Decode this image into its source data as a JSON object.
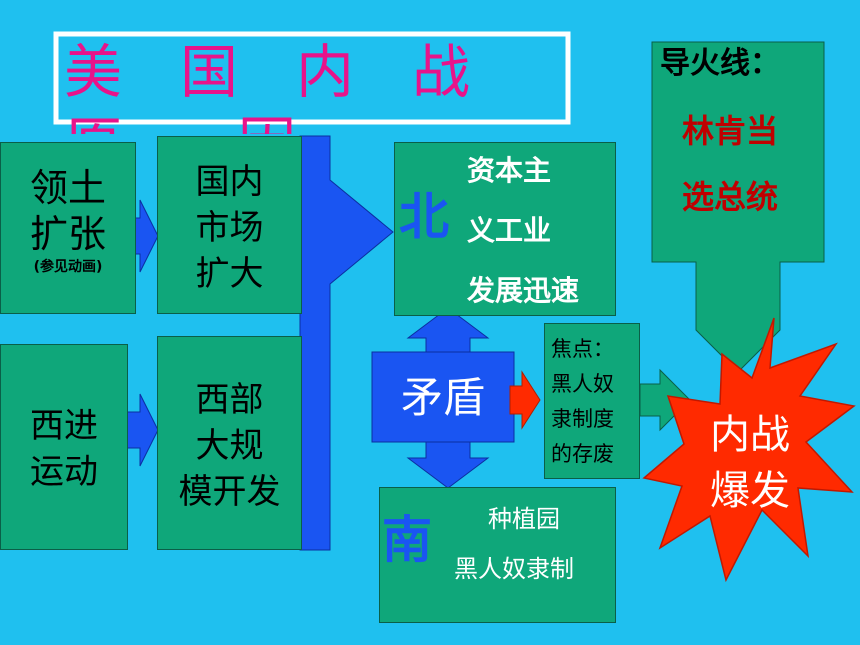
{
  "title": {
    "line1": "美　国　内　战",
    "line2": "原　　因"
  },
  "boxes": {
    "territory": {
      "line1": "领土",
      "line2": "扩张",
      "note": "(参见动画)"
    },
    "market": {
      "line1": "国内",
      "line2": "市场",
      "line3": "扩大"
    },
    "westward": {
      "line1": "西进",
      "line2": "运动"
    },
    "west_dev": {
      "line1": "西部",
      "line2": "大规",
      "line3": "模开发"
    },
    "north": {
      "label": "北",
      "line1": "资本主",
      "line2": "义工业",
      "line3": "发展迅速"
    },
    "contradiction": {
      "label": "矛盾"
    },
    "focus": {
      "line1": "焦点：",
      "line2": "黑人奴",
      "line3": "隶制度",
      "line4": "的存废"
    },
    "south": {
      "label": "南",
      "line1": "种植园",
      "line2": "黑人奴隶制"
    },
    "fuse": {
      "label": "导火线：",
      "line1": "林肯当",
      "line2": "选总统"
    },
    "outbreak": {
      "line1": "内战",
      "line2": "爆发"
    }
  },
  "colors": {
    "background": "#1fc0ef",
    "box_green": "#0fa77a",
    "title_magenta": "#e8138a",
    "blue_arrow": "#1a55f2",
    "red_burst": "#ff2a00",
    "dark_red_text": "#c00000"
  }
}
